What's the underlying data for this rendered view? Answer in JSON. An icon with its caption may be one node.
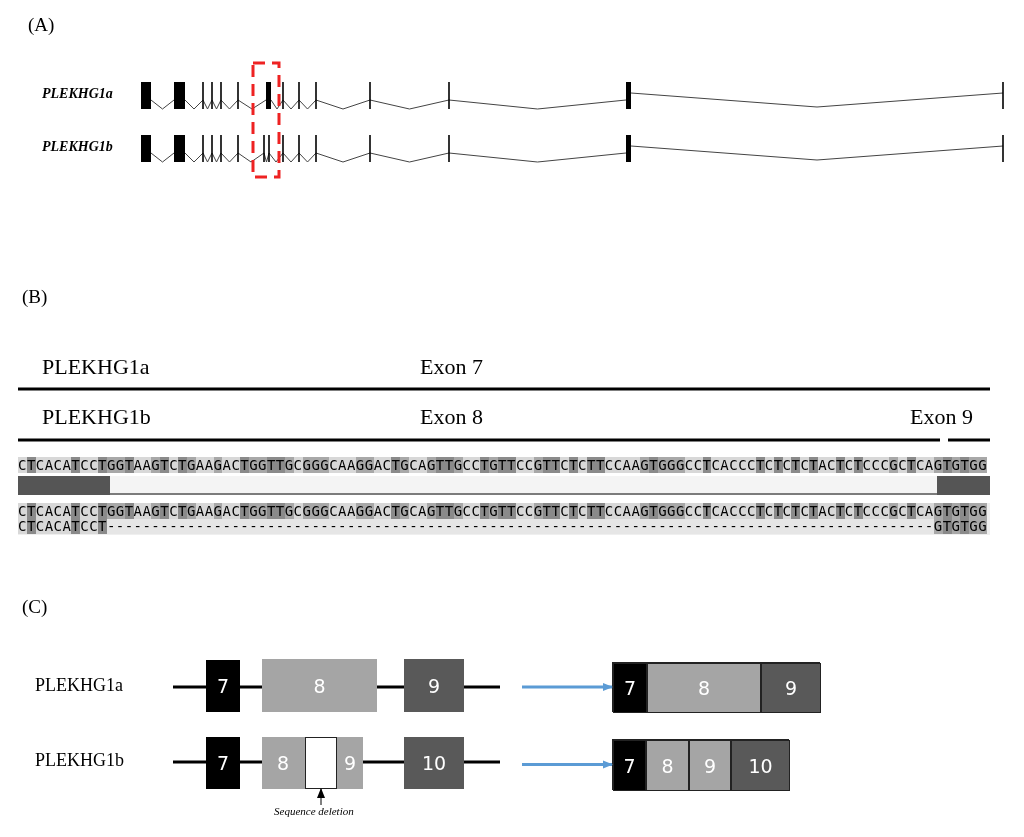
{
  "diagram": {
    "nodes": [
      {
        "text": [
          "7"
        ]
      },
      {
        "text": [
          "8"
        ]
      },
      {
        "text": [
          "9"
        ]
      },
      {
        "text": [],
        "shape": "box"
      },
      {
        "text": [
          "7"
        ],
        "in": 3
      },
      {
        "text": [
          "8"
        ],
        "in": 3
      },
      {
        "text": [
          "9"
        ],
        "in": 3
      },
      {
        "text": [
          "7"
        ]
      },
      {
        "text": [
          "8",
          "9"
        ]
      },
      {
        "text": [],
        "shape": "box",
        "in": 8
      },
      {
        "text": [
          "10"
        ]
      },
      {
        "text": [],
        "shape": "box"
      },
      {
        "text": [
          "7"
        ],
        "in": 11
      },
      {
        "text": [
          "8"
        ],
        "in": 11
      },
      {
        "text": [
          "9"
        ],
        "in": 11
      },
      {
        "text": [
          "10"
        ],
        "in": 11
      },
      {
        "text": [
          "Sequence deletion"
        ]
      }
    ],
    "edges": [
      {
        "from": null,
        "to": 3,
        "arrow": "to",
        "color": "#5b9bd5"
      },
      {
        "from": null,
        "to": 11,
        "arrow": "to",
        "color": "#5b9bd5"
      },
      {
        "from": 16,
        "to": 9,
        "arrow": "to",
        "color": "#000000"
      }
    ],
    "labels": [
      "(A)",
      "PLEKHG1a",
      "PLEKHG1b",
      "(B)",
      "PLEKHG1a",
      "Exon 7",
      "PLEKHG1b",
      "Exon 8",
      "Exon 9",
      "CTCACATCCTGGTAAGTCTGAAGACTGGTTGCGGGCAAGGACTGCAGTTGCCTGTTCCGTTCTCTTCCAAGTGGGCCTCACCCTCTCTCTACTCTCCCGCTCAGTGTGG",
      "CTCACATCCTGGTAAGTCTGAAGACTGGTTGCGGGCAAGGACTGCAGTTGCCTGTTCCGTTCTCTTCCAAGTGGGCCTCACCCTCTCTCTACTCTCCCGCTCAGTGTGG",
      "CTCACATCCT---------------------------------------------------------------------------------------------GTGTGG",
      "(C)",
      "PLEKHG1a",
      "PLEKHG1b"
    ]
  }
}
